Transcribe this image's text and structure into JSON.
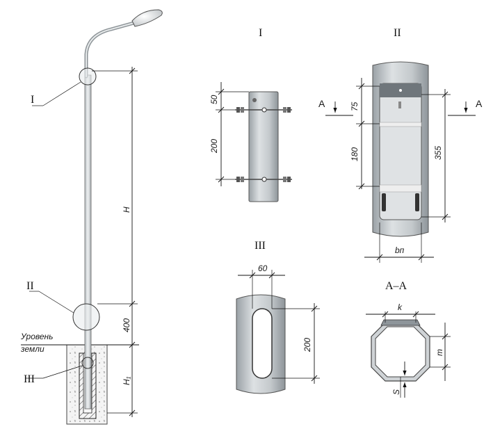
{
  "colors": {
    "metal": "#cfd3d6",
    "metal_dark": "#8e959a",
    "metal_light": "#eef0f1",
    "slot": "#ffffff",
    "concrete": "#f2f2f2",
    "line": "#111111",
    "panel_dark": "#6f767b"
  },
  "views": {
    "view_I_title": "I",
    "view_II_title": "II",
    "view_III_title": "III",
    "section_title": "A–A"
  },
  "pole": {
    "callout_I": "I",
    "callout_II": "II",
    "callout_III": "III",
    "ground_line1": "Уровень",
    "ground_line2": "земли",
    "dim_H": "H",
    "dim_400": "400",
    "dim_H1": "H₁"
  },
  "view_I": {
    "dim_50": "50",
    "dim_200": "200"
  },
  "view_II": {
    "cut_left": "A",
    "cut_right": "A",
    "dim_75": "75",
    "dim_180": "180",
    "dim_355": "355",
    "dim_bn": "bп"
  },
  "view_III": {
    "dim_60": "60",
    "dim_200": "200"
  },
  "section": {
    "dim_k": "k",
    "dim_m": "m",
    "dim_S": "S"
  }
}
